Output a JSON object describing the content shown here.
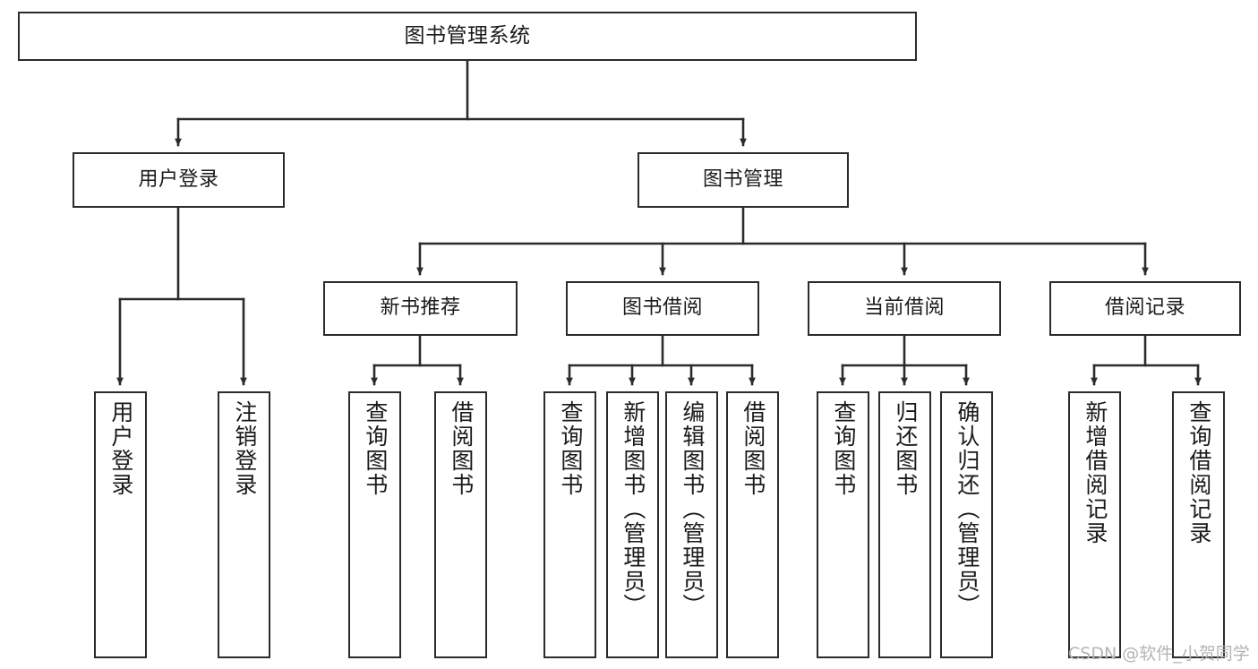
{
  "diagram": {
    "type": "tree-hierarchy",
    "title": "图书管理系统",
    "orientation": "top-down",
    "colors": {
      "node_border": "#2b2b2b",
      "node_fill": "#ffffff",
      "edge": "#2b2b2b",
      "text": "#1a1a1a",
      "watermark": "#b4b4b4"
    },
    "root": {
      "label": "图书管理系统"
    },
    "level2": [
      {
        "label": "用户登录"
      },
      {
        "label": "图书管理"
      }
    ],
    "level3": [
      {
        "label": "新书推荐"
      },
      {
        "label": "图书借阅"
      },
      {
        "label": "当前借阅"
      },
      {
        "label": "借阅记录"
      }
    ],
    "leaves": {
      "user_login": [
        {
          "label": "用户登录"
        },
        {
          "label": "注销登录"
        }
      ],
      "new_book_recommend": [
        {
          "label": "查询图书"
        },
        {
          "label": "借阅图书"
        }
      ],
      "book_borrow": [
        {
          "label": "查询图书"
        },
        {
          "label": "新增图书（管理员）"
        },
        {
          "label": "编辑图书（管理员）"
        },
        {
          "label": "借阅图书"
        }
      ],
      "current_borrow": [
        {
          "label": "查询图书"
        },
        {
          "label": "归还图书"
        },
        {
          "label": "确认归还（管理员）"
        }
      ],
      "borrow_record": [
        {
          "label": "新增借阅记录"
        },
        {
          "label": "查询借阅记录"
        }
      ]
    }
  },
  "watermark": {
    "text": "CSDN @软件_小贺同学"
  }
}
